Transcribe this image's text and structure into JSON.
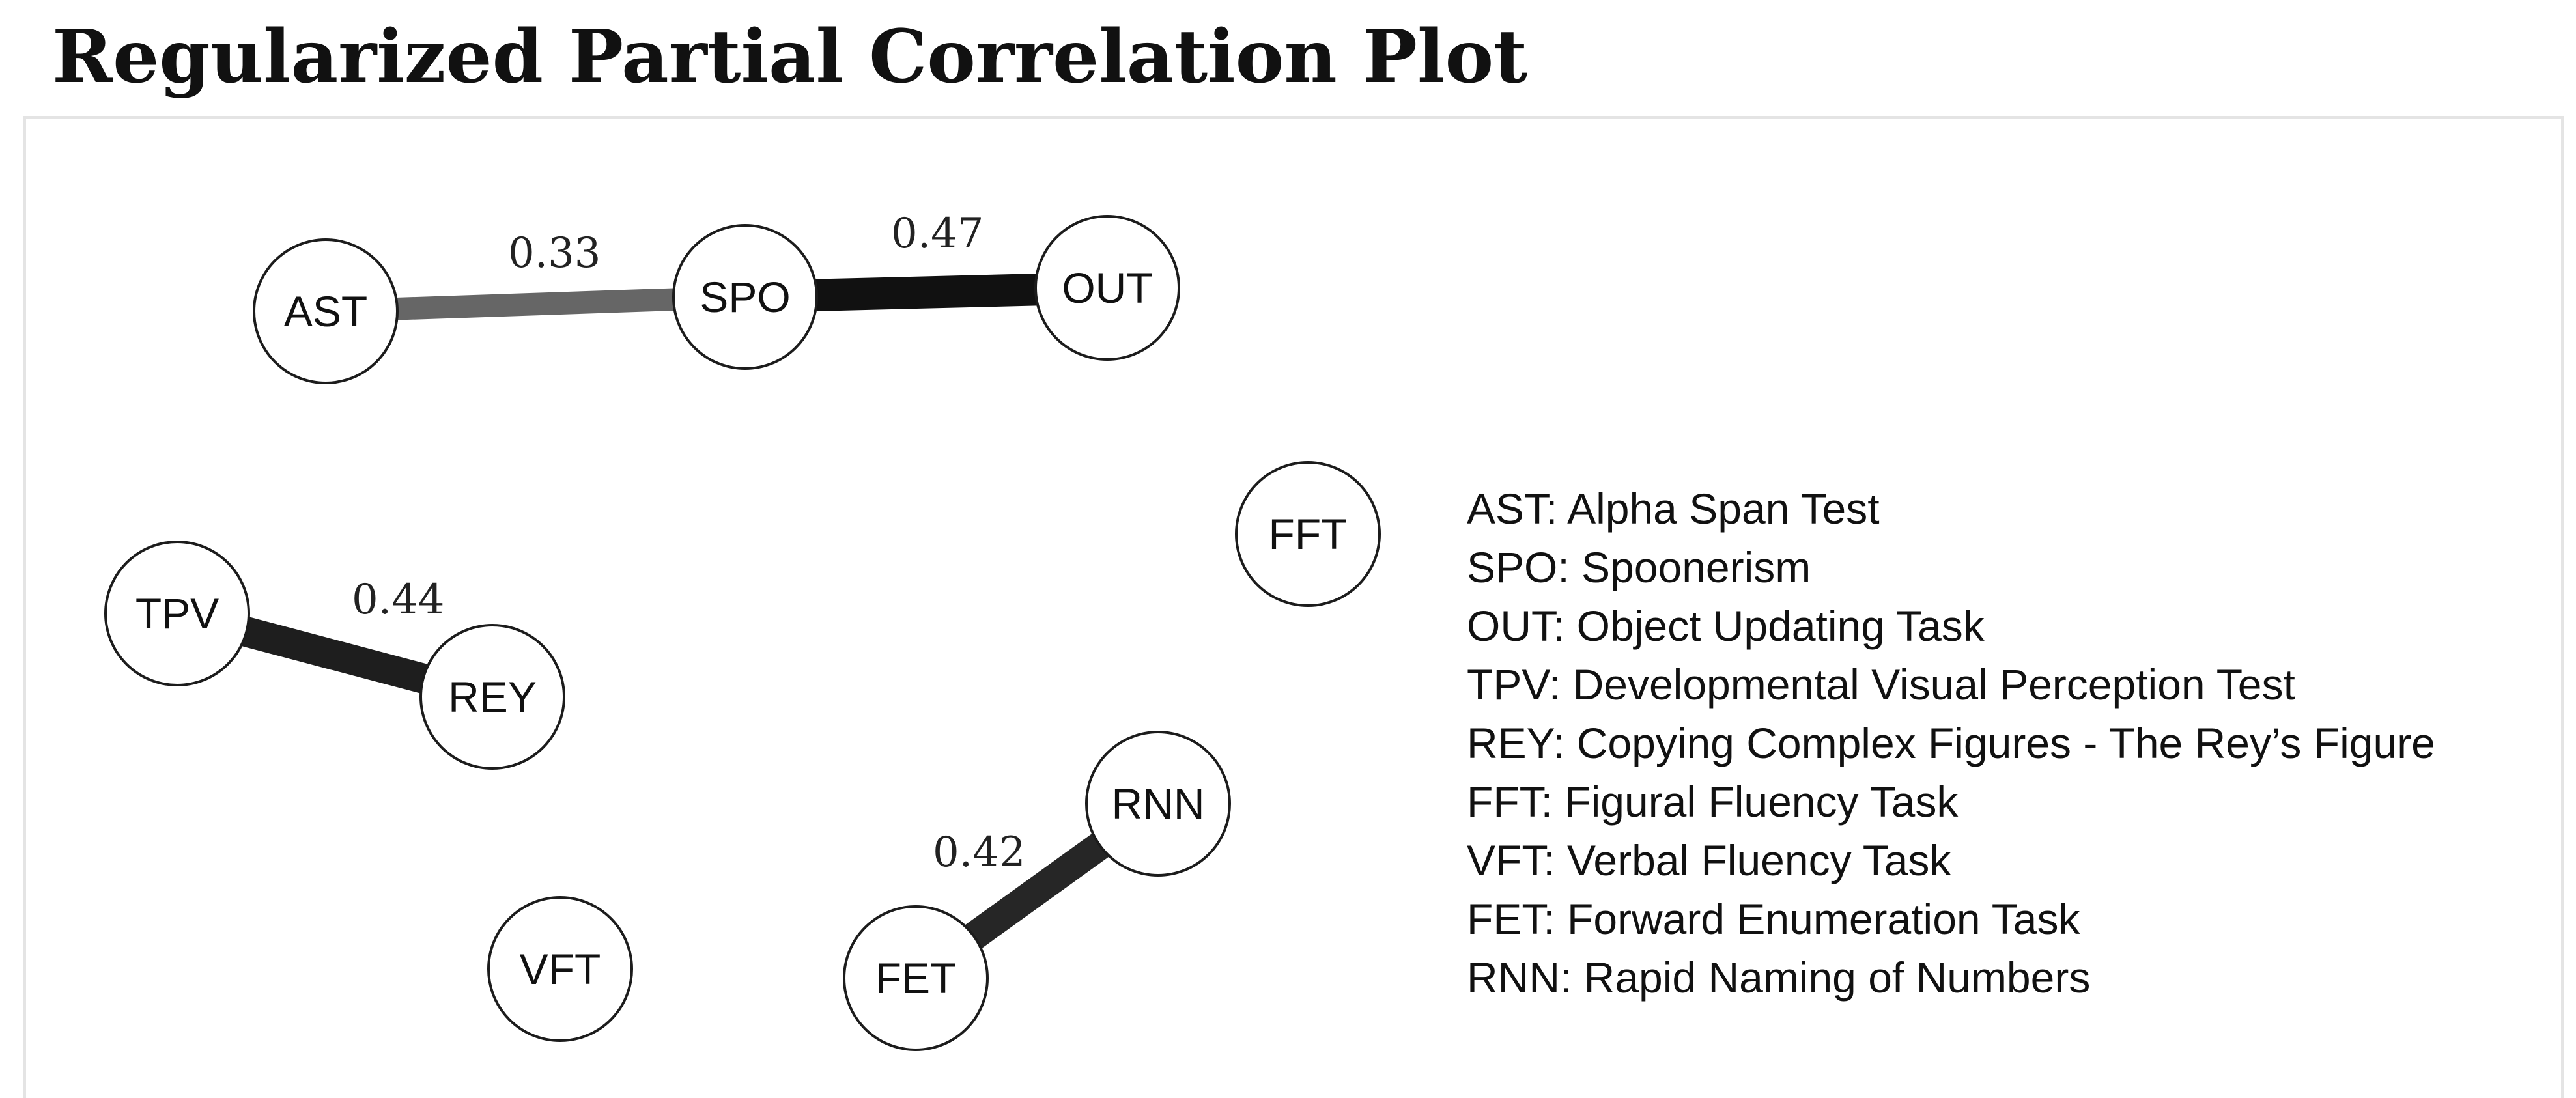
{
  "title": "Regularized Partial Correlation Plot",
  "network": {
    "nodes": [
      {
        "id": "AST",
        "label": "AST"
      },
      {
        "id": "SPO",
        "label": "SPO"
      },
      {
        "id": "OUT",
        "label": "OUT"
      },
      {
        "id": "FFT",
        "label": "FFT"
      },
      {
        "id": "TPV",
        "label": "TPV"
      },
      {
        "id": "REY",
        "label": "REY"
      },
      {
        "id": "RNN",
        "label": "RNN"
      },
      {
        "id": "VFT",
        "label": "VFT"
      },
      {
        "id": "FET",
        "label": "FET"
      }
    ],
    "edges": [
      {
        "source": "AST",
        "target": "SPO",
        "weight": 0.33,
        "label": "0.33",
        "color": "#666666"
      },
      {
        "source": "SPO",
        "target": "OUT",
        "weight": 0.47,
        "label": "0.47",
        "color": "#111111"
      },
      {
        "source": "TPV",
        "target": "REY",
        "weight": 0.44,
        "label": "0.44",
        "color": "#1e1e1e"
      },
      {
        "source": "FET",
        "target": "RNN",
        "weight": 0.42,
        "label": "0.42",
        "color": "#262626"
      }
    ]
  },
  "legend": [
    "AST: Alpha Span Test",
    "SPO: Spoonerism",
    "OUT: Object Updating Task",
    "TPV: Developmental Visual Perception Test",
    "REY: Copying Complex Figures - The Rey’s Figure",
    "FFT: Figural Fluency Task",
    "VFT: Verbal Fluency Task",
    "FET: Forward Enumeration Task",
    "RNN: Rapid Naming of Numbers"
  ]
}
